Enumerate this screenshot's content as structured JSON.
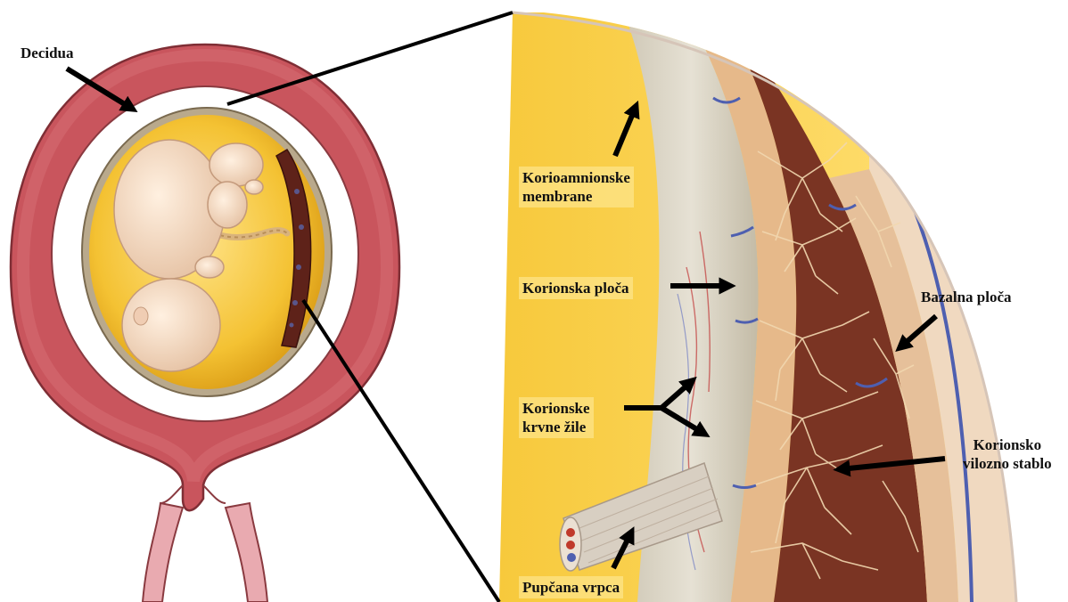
{
  "labels": {
    "decidua": "Decidua",
    "korioamnionske_1": "Korioamnionske",
    "korioamnionske_2": "membrane",
    "korionska_ploca": "Korionska ploča",
    "korionske_1": "Korionske",
    "korionske_2": "krvne žile",
    "pupcana": "Pupčana vrpca",
    "bazalna": "Bazalna ploča",
    "vilozno_1": "Korionsko",
    "vilozno_2": "vilozno stablo"
  },
  "colors": {
    "decidua": "#c8575f",
    "decidua_dark": "#9e3b44",
    "amniotic": "#f2c238",
    "amniotic_light": "#ffe27a",
    "placenta": "#6b2a1f",
    "membrane": "#d9d3c4",
    "fetus": "#f2d9c0",
    "vessel_blue": "#4e5fb0"
  },
  "icons": [
    "arrow-icon"
  ]
}
